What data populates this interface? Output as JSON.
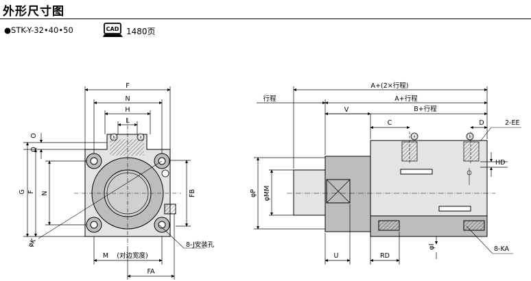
{
  "page": {
    "title": "外形尺寸图",
    "series_label": "●STK-Y-32•40•50",
    "cad_icon_text": "CAD",
    "page_ref": "1480页"
  },
  "front_view": {
    "dims": {
      "F_top": "F",
      "N_top": "N",
      "H_top": "H",
      "L_top": "L",
      "O": "O",
      "Q": "Q",
      "G": "G",
      "F_side": "F",
      "N_side": "N",
      "FB": "FB",
      "M": "M",
      "M_note": "(对边宽度)",
      "FA": "FA",
      "phiK": "φK",
      "hole_note": "8-J安装孔"
    },
    "ports": {
      "b": "ⓑ",
      "a": "ⓐ"
    }
  },
  "side_view": {
    "dims": {
      "A2": "A+(2×行程)",
      "stroke": "行程",
      "A": "A+行程",
      "B": "B+行程",
      "V": "V",
      "C": "C",
      "D": "D",
      "EE": "2-EE",
      "HD": "HD",
      "phiP": "φP",
      "phiMM": "φMM",
      "U": "U",
      "RD": "RD",
      "phiI": "φI",
      "KA": "8-KA"
    },
    "ports": {
      "a": "ⓐ",
      "b": "ⓑ"
    }
  },
  "colors": {
    "body_fill": "#e4e4e4",
    "dark_fill": "#bdbdbd",
    "line": "#000000"
  }
}
